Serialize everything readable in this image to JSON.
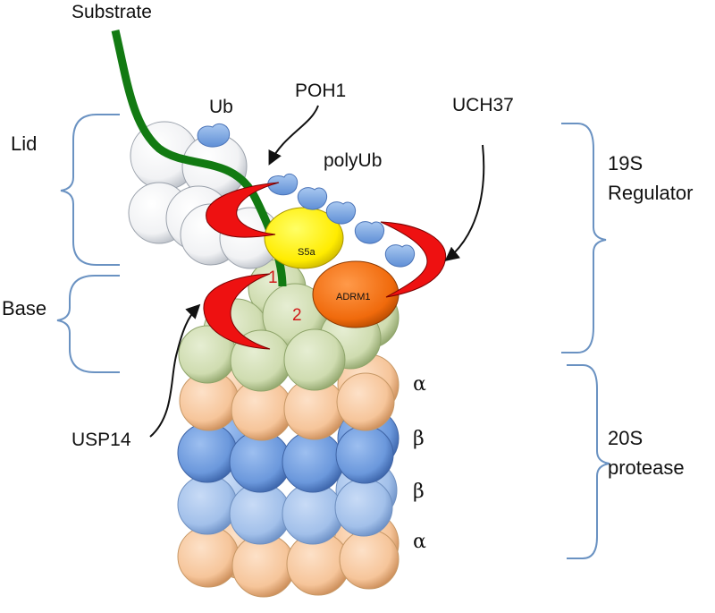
{
  "labels": {
    "substrate": "Substrate",
    "poh1": "POH1",
    "uch37": "UCH37",
    "ub": "Ub",
    "polyub": "polyUb",
    "lid": "Lid",
    "base": "Base",
    "usp14": "USP14",
    "regulator_line1": "19S",
    "regulator_line2": "Regulator",
    "protease_line1": "20S",
    "protease_line2": "protease",
    "s5a": "S5a",
    "adrm1": "ADRM1",
    "site1": "1",
    "site2": "2",
    "ring_alpha_top": "α",
    "ring_beta_upper": "β",
    "ring_beta_lower": "β",
    "ring_alpha_bottom": "α"
  },
  "colors": {
    "lid_subunit": "#ffffff",
    "base_subunit": "#d6e2bc",
    "alpha_subunit": "#f8c9a0",
    "beta_dark_subunit": "#6e9ce0",
    "beta_light_subunit": "#a4c2ec",
    "substrate_chain": "#127a12",
    "ubiquitin": "#7eaae2",
    "s5a": "#ffee00",
    "adrm1": "#f06a0c",
    "dub_crescent": "#ee1111",
    "bracket": "#6a92c2"
  }
}
